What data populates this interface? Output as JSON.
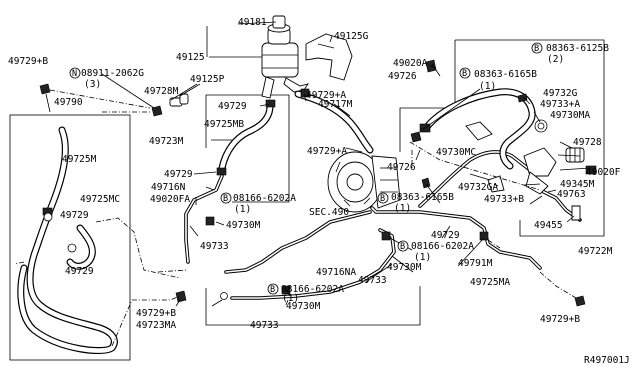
{
  "diagram_code": "R497001J",
  "labels": {
    "p49181": "49181",
    "p49125G": "49125G",
    "p49125": "49125",
    "p49125P": "49125P",
    "p49728M": "49728M",
    "n08911": "08911-2062G",
    "n08911_qty": "(3)",
    "p49729B_tl": "49729+B",
    "p49790": "49790",
    "p49729_a": "49729",
    "p49725MB": "49725MB",
    "p49723M": "49723M",
    "p49725M": "49725M",
    "p49729_b": "49729",
    "p49716N": "49716N",
    "p49020FA": "49020FA",
    "b08166_a": "08166-6202A",
    "b08166_a_qty": "(1)",
    "p49730M_a": "49730M",
    "p49733_a": "49733",
    "p49725MC": "49725MC",
    "p49729_c": "49729",
    "p49729_d": "49729",
    "p49729A_a": "49729+A",
    "p49717M": "49717M",
    "p49729A_b": "49729+A",
    "p49020A": "49020A",
    "p49726_a": "49726",
    "b08363_a": "08363-6165B",
    "b08363_a_qty": "(1)",
    "b08363_b": "08363-6125B",
    "b08363_b_qty": "(2)",
    "p49732G": "49732G",
    "p49733A": "49733+A",
    "p49730MA": "49730MA",
    "p49728": "49728",
    "p49730MC": "49730MC",
    "p49726_b": "49726",
    "p49020F": "49020F",
    "p49345M": "49345M",
    "p49732GA": "49732GA",
    "p49733B": "49733+B",
    "p49763": "49763",
    "sec490": "SEC.490",
    "b08363_c": "08363-6165B",
    "b08363_c_qty": "(1)",
    "p49455": "49455",
    "p49722M": "49722M",
    "p49729_e": "49729",
    "b08166_b": "08166-6202A",
    "b08166_b_qty": "(1)",
    "p49791M": "49791M",
    "p49730M_b": "49730M",
    "p49716NA": "49716NA",
    "p49733_b": "49733",
    "p49725MA": "49725MA",
    "b08166_c": "08166-6202A",
    "b08166_c_qty": "(1)",
    "p49730M_c": "49730M",
    "p49729B_bl": "49729+B",
    "p49723MA": "49723MA",
    "p49733_c": "49733",
    "p49729B_br": "49729+B"
  },
  "markers": {
    "bolt": "B",
    "nut": "N"
  }
}
